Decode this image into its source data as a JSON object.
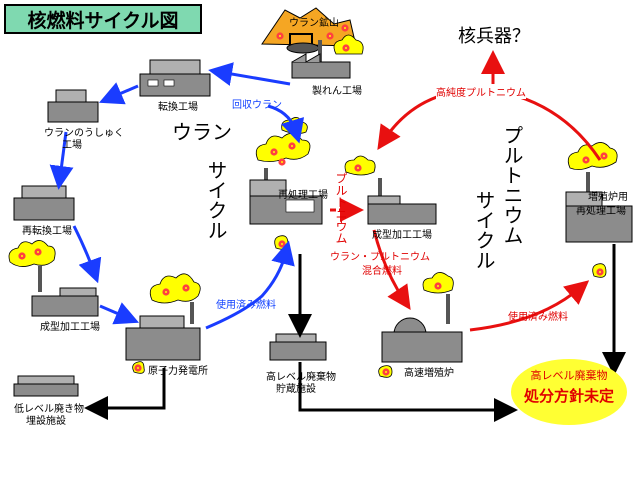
{
  "title": "核燃料サイクル図",
  "facilities": {
    "mine": "ウラン鉱山",
    "refining": "製れん工場",
    "conversion": "転換工場",
    "enrichment": [
      "ウランのうしゅく",
      "工場"
    ],
    "reconversion": "再転換工場",
    "fabrication": "成型加工工場",
    "npp": "原子力発電所",
    "reprocessing": "再処理工場",
    "mox_fabrication": "成型加工工場",
    "fbr": "高速増殖炉",
    "fbr_reprocessing": [
      "増殖炉用",
      "再処理工場"
    ],
    "hlw_storage": [
      "高レベル廃棄物",
      "貯蔵施設"
    ],
    "llw_disposal": [
      "低レベル廃き物",
      "埋設施設"
    ],
    "weapons": "核兵器？"
  },
  "flows": {
    "recovered_uranium": "回収ウラン",
    "spent_fuel_left": "使用済み燃料",
    "spent_fuel_right": "使用済み燃料",
    "plutonium": "プルトニウム",
    "mox": [
      "ウラン・プルトニウム",
      "混合燃料"
    ],
    "high_purity_pu": "高純度プルトニウム"
  },
  "cycles": {
    "uranium": [
      "ウラン",
      "サイクル"
    ],
    "plutonium": [
      "プルトニウム",
      "サイクル"
    ]
  },
  "undecided": {
    "line1": "高レベル廃棄物",
    "line2": "処分方針未定"
  },
  "colors": {
    "uranium_flow": "#1a3cff",
    "plutonium_flow": "#e81010",
    "waste_flow": "#000000",
    "radiation_cloud": "#ffff00",
    "radiation_symbol": "#ff4040",
    "building": "#8c8c8c",
    "title_bg": "#7fd9b0",
    "undecided_bg": "#ffff33"
  },
  "icons": [
    "radiation-cloud-icon",
    "factory-icon",
    "reactor-dome-icon",
    "smokestack-icon",
    "mine-icon"
  ]
}
